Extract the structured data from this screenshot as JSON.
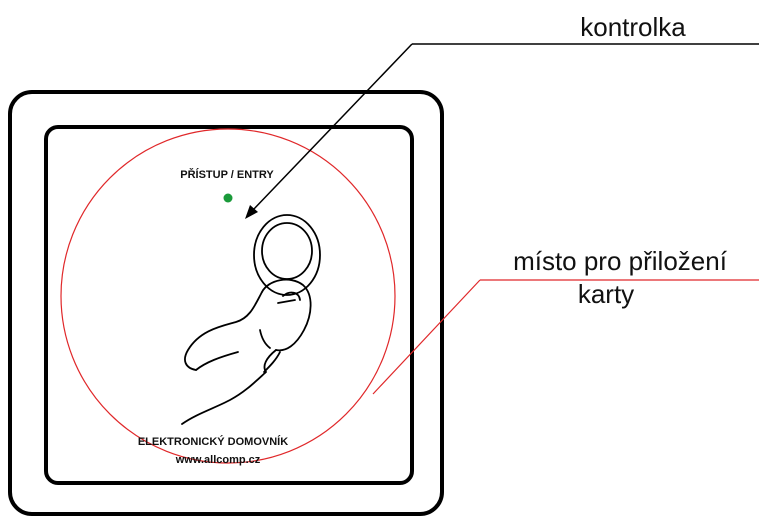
{
  "callouts": {
    "indicator": "kontrolka",
    "card_area_line1": "místo pro přiložení",
    "card_area_line2": "karty"
  },
  "panel": {
    "top_label": "PŘÍSTUP / ENTRY",
    "bottom_label": "ELEKTRONICKÝ DOMOVNÍK",
    "website": "www.allcomp.cz"
  },
  "colors": {
    "outline": "#000000",
    "reader_circle": "#e0282a",
    "indicator_led": "#1a9a3a",
    "callout_line_indicator": "#000000",
    "callout_line_card": "#e0282a"
  },
  "icons": {
    "hand": "hand-holding-card-icon",
    "card": "card-tag-icon",
    "led": "led-indicator-icon"
  }
}
